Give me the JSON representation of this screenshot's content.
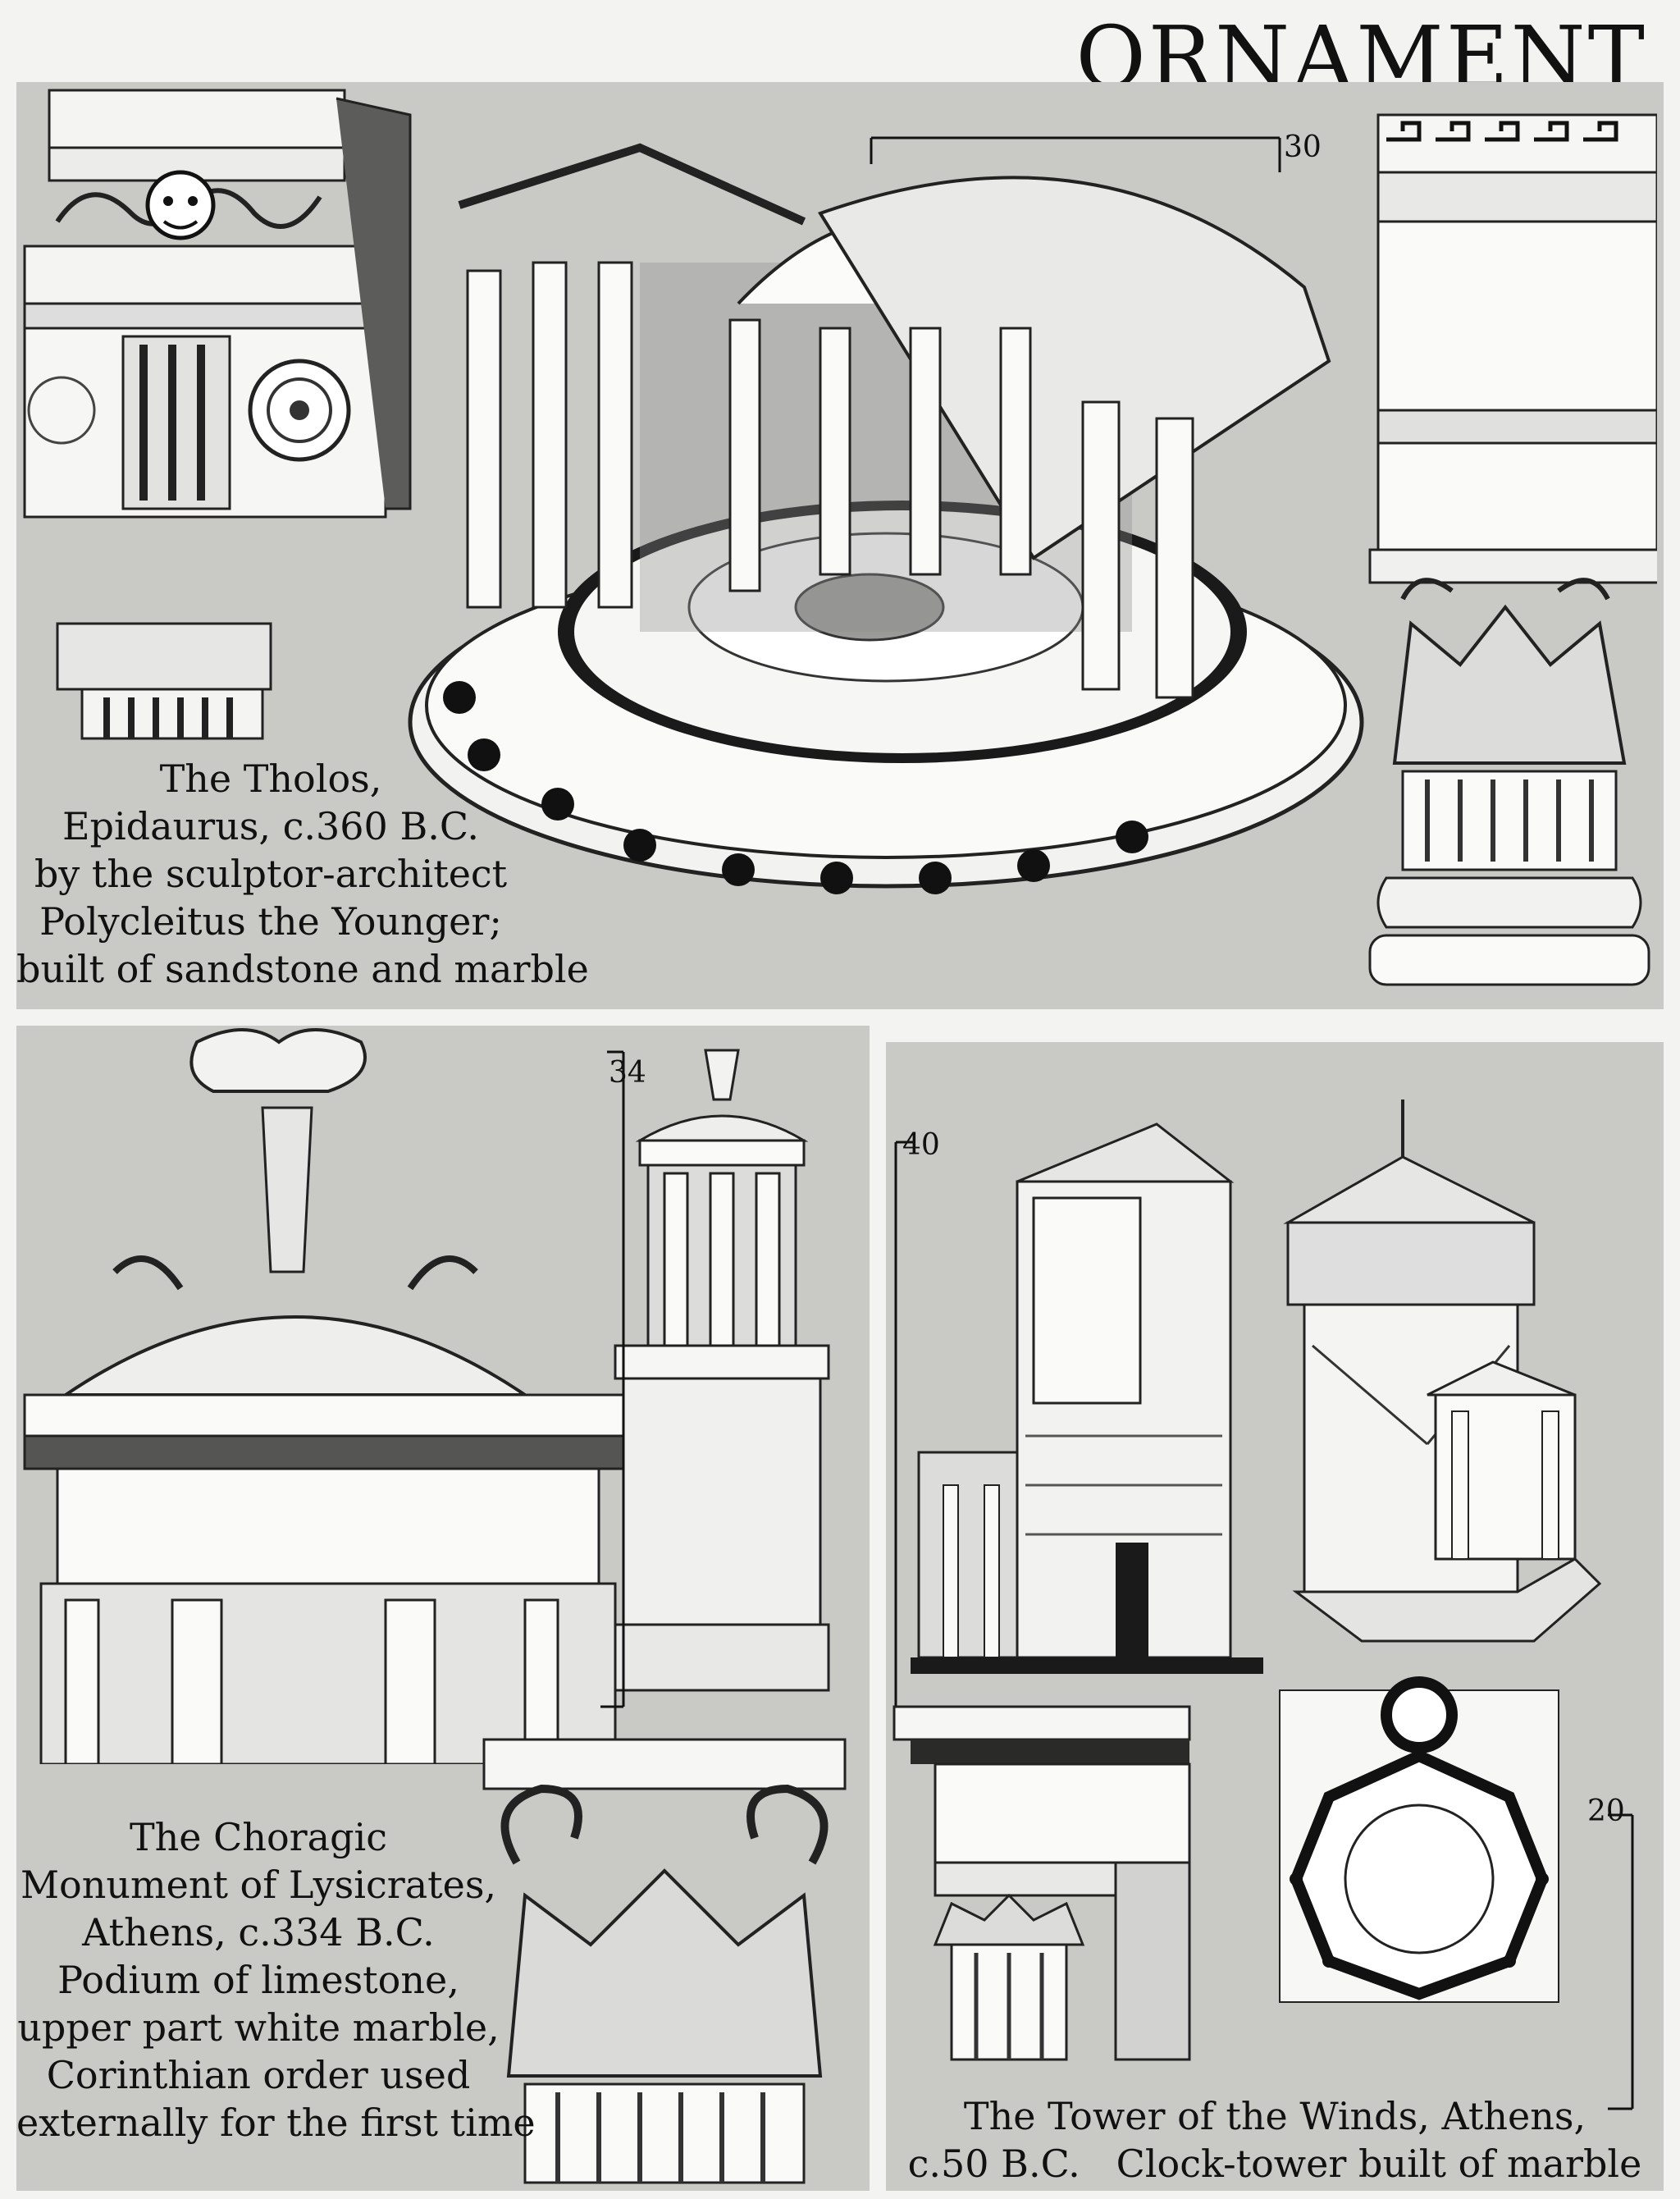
{
  "plate": {
    "title": "ORNAMENT"
  },
  "tholos": {
    "scale": "30",
    "caption": [
      "The Tholos,",
      "Epidaurus, c.360 B.C.",
      "by the sculptor-architect",
      "Polycleitus the Younger;",
      "built of sandstone and marble"
    ]
  },
  "lysicrates": {
    "scale": "34",
    "caption": [
      "The Choragic",
      "Monument of Lysicrates,",
      "Athens, c.334 B.C.",
      "Podium of limestone,",
      "upper part white marble,",
      "Corinthian order used",
      "externally for the first time"
    ]
  },
  "winds": {
    "scale_section": "40",
    "scale_plan": "20",
    "caption": [
      "The Tower of the Winds, Athens,",
      "c.50 B.C.   Clock-tower built of marble"
    ]
  }
}
